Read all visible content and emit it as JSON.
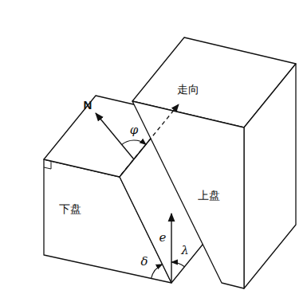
{
  "diagram": {
    "labels": [
      "走向",
      "N",
      "φ",
      "上盘",
      "下盘",
      "e",
      "λ",
      "δ"
    ]
  }
}
